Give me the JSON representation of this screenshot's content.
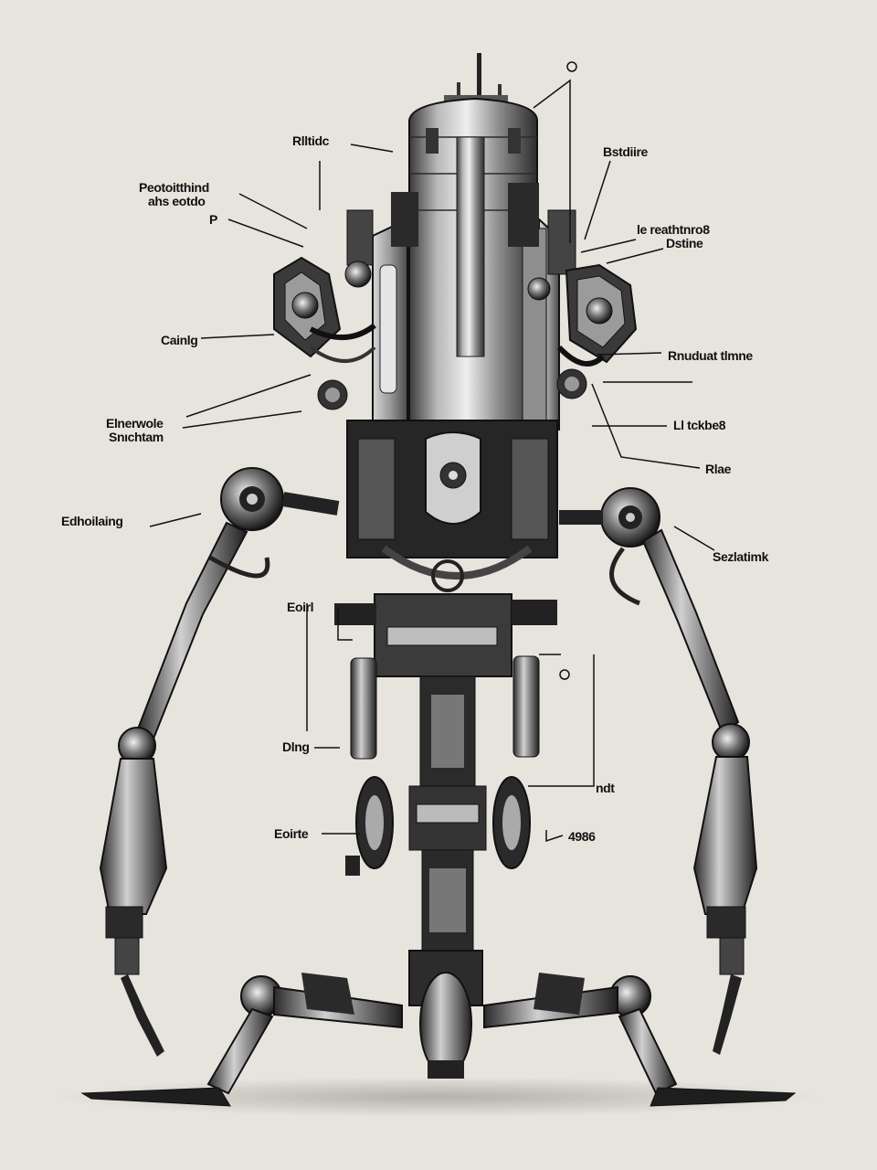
{
  "labels": {
    "l01": "Rlltidc",
    "l02a": "Peotoitthind",
    "l02b": "ahs eotdo",
    "l02c": "P",
    "l03": "Bstdiire",
    "l04a": "le reathtnro8",
    "l04b": "Dstine",
    "l05": "Cainlg",
    "l06": "Rnuduat tlmne",
    "l07a": "Elnerwole",
    "l07b": "Snıchtam",
    "l08": "Ll tckbe8",
    "l09": "Rlae",
    "l10": "Edhoilaing",
    "l11": "Sezlatimk",
    "l12": "Eoirl",
    "l13": "Dlng",
    "l14": "ndt",
    "l15": "Eoirte",
    "l16": "4986"
  },
  "colors": {
    "background": "#e7e3dd",
    "metal_dark": "#1c1c1c",
    "metal_mid": "#6e6e6e",
    "metal_light": "#c9c9c9",
    "label": "#111111"
  }
}
